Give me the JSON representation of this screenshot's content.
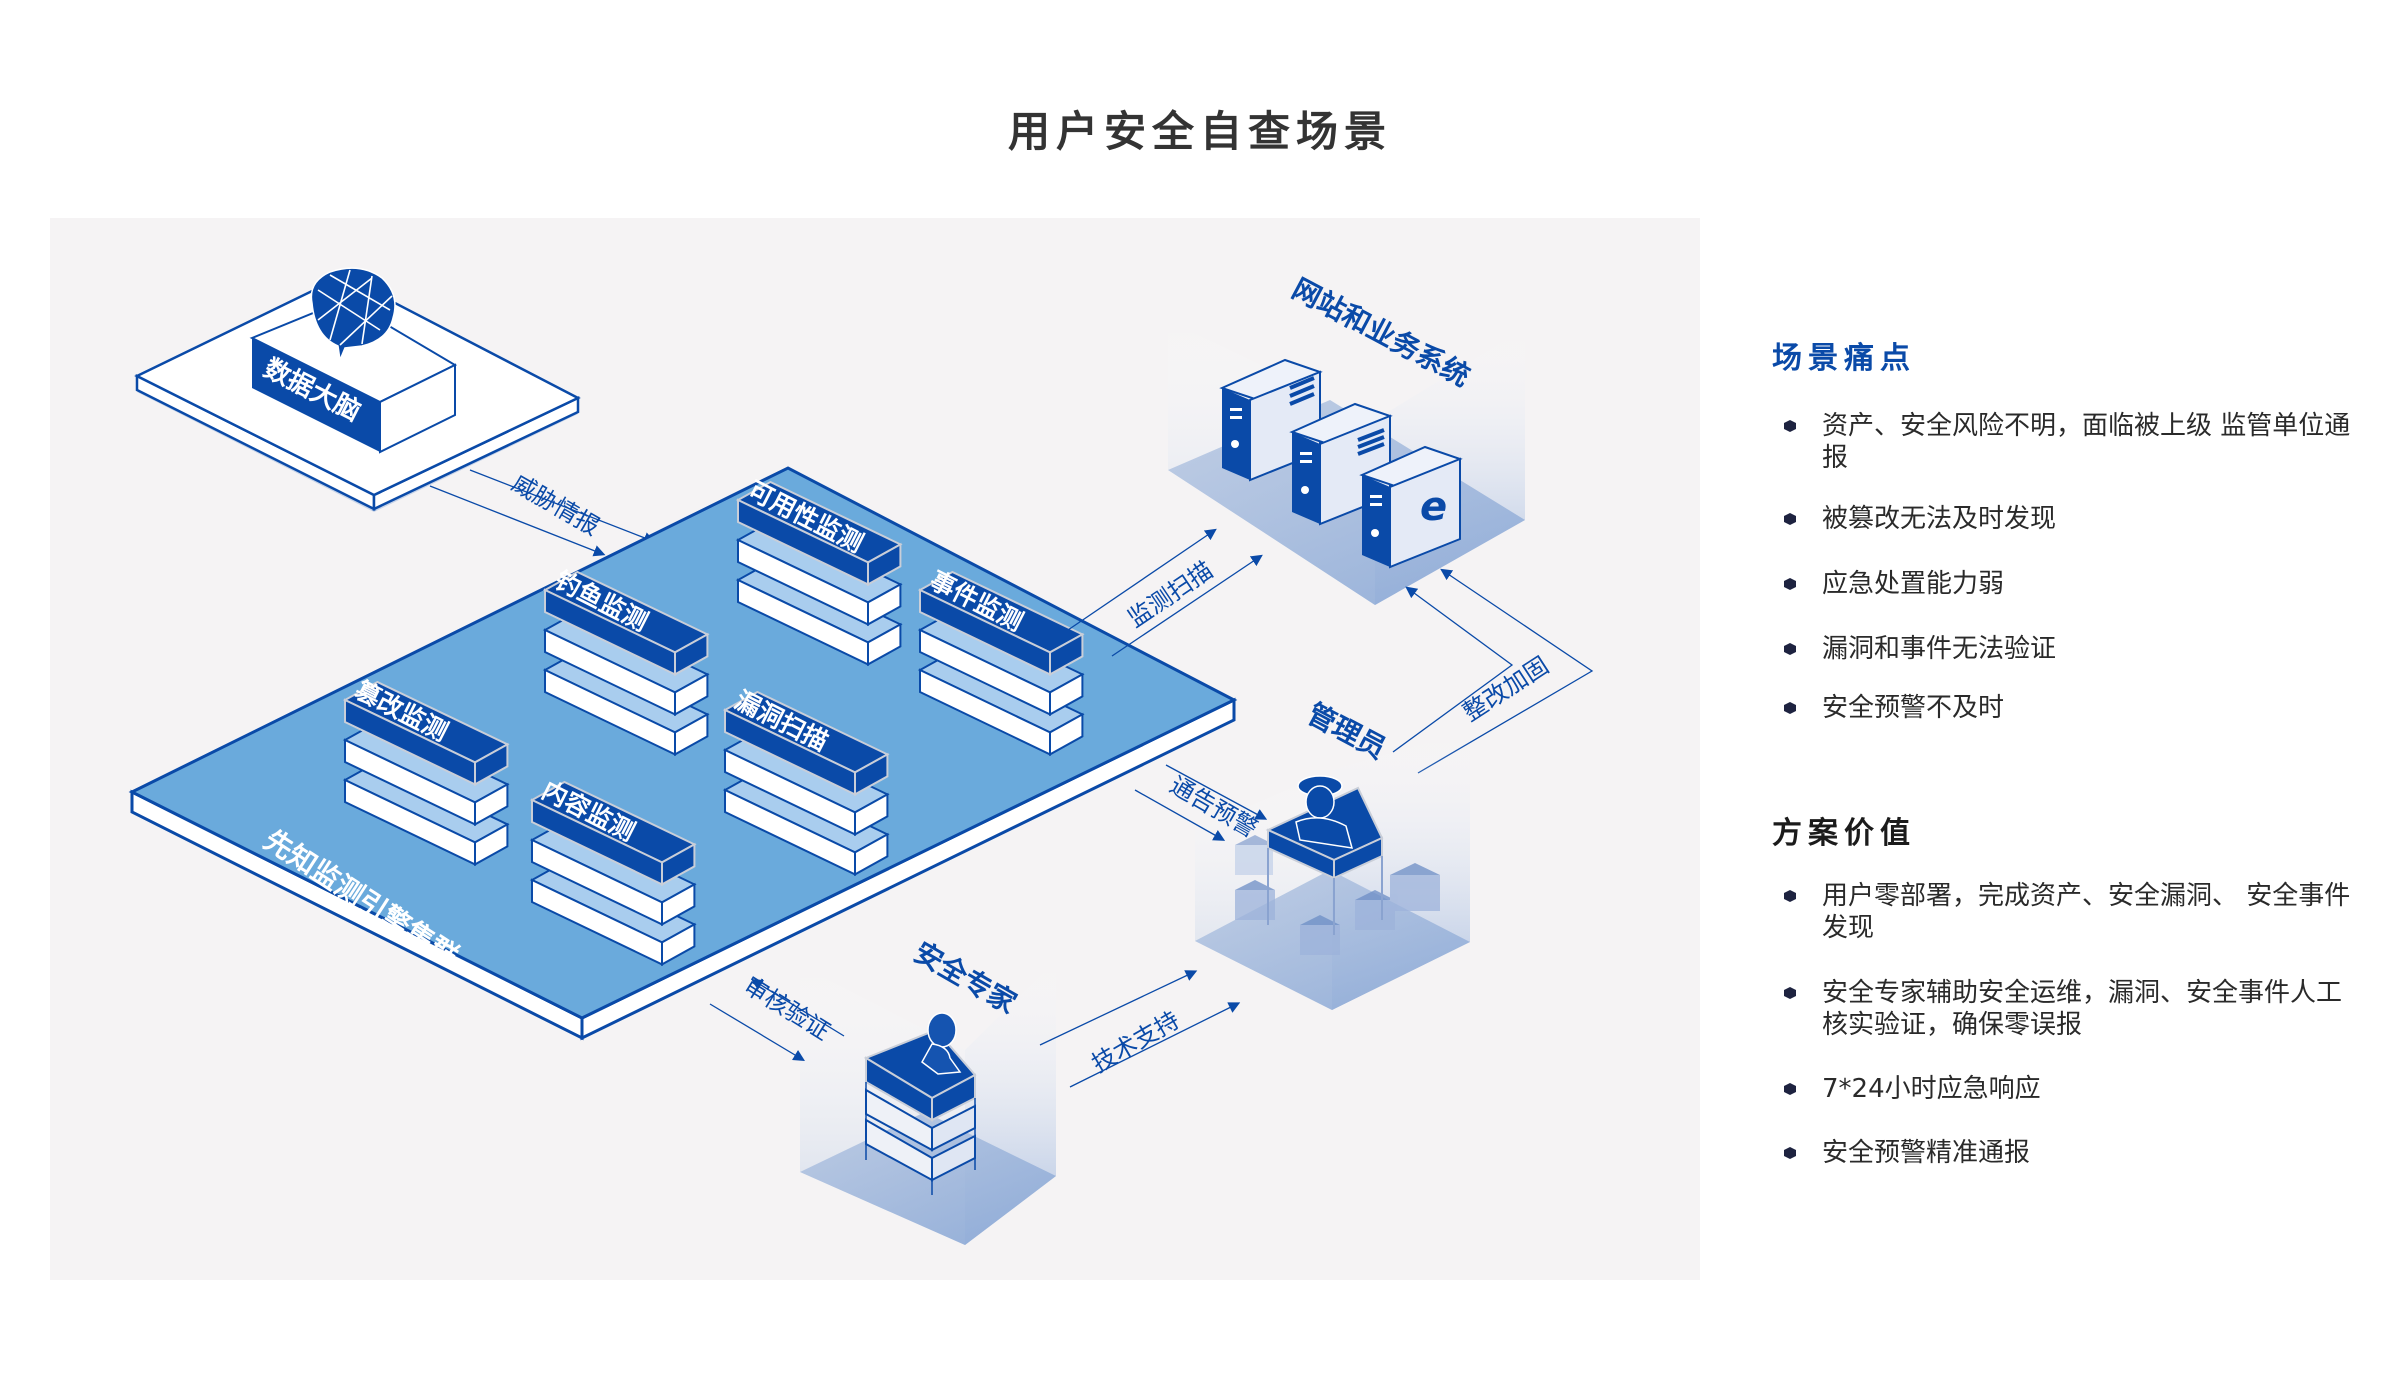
{
  "page": {
    "title": "用户安全自查场景"
  },
  "diagram": {
    "brain": {
      "label": "数据大脑"
    },
    "cluster": {
      "label": "先知监测引擎集群",
      "modules": [
        {
          "label": "可用性监测"
        },
        {
          "label": "钓鱼监测"
        },
        {
          "label": "事件监测"
        },
        {
          "label": "篡改监测"
        },
        {
          "label": "漏洞扫描"
        },
        {
          "label": "内容监测"
        }
      ]
    },
    "systems": {
      "label": "网站和业务系统"
    },
    "admin": {
      "label": "管理员"
    },
    "expert": {
      "label": "安全专家"
    },
    "flows": {
      "threat_intel": "威胁情报",
      "monitor_scan": "监测扫描",
      "rectify": "整改加固",
      "notify": "通告预警",
      "review": "审核验证",
      "tech_support": "技术支持"
    },
    "colors": {
      "primary": "#0a4aa8",
      "platform": "#6aaadc",
      "panel_bg": "#f5f3f4"
    }
  },
  "side": {
    "pain_points": {
      "heading": "场景痛点",
      "items": [
        "资产、安全风险不明，面临被上级 监管单位通报",
        "被篡改无法及时发现",
        "应急处置能力弱",
        "漏洞和事件无法验证",
        "安全预警不及时"
      ]
    },
    "value": {
      "heading": "方案价值",
      "items": [
        "用户零部署，完成资产、安全漏洞、 安全事件发现",
        "安全专家辅助安全运维，漏洞、安全事件人工核实验证，确保零误报",
        "7*24小时应急响应",
        "安全预警精准通报"
      ]
    }
  }
}
